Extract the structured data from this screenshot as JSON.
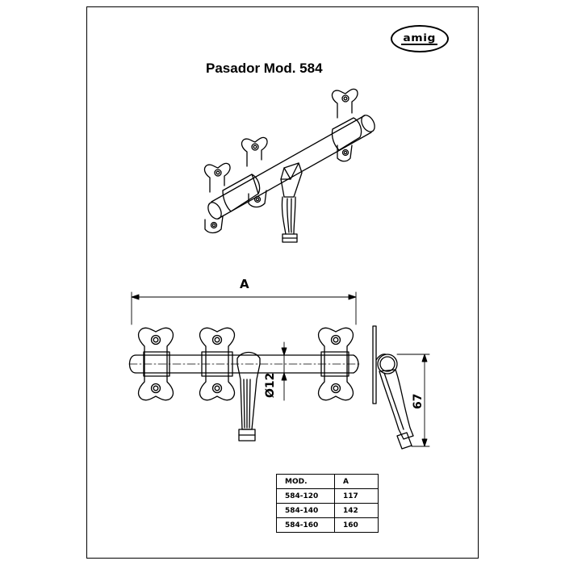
{
  "brand": {
    "logo_text": "amig"
  },
  "title": "Pasador Mod. 584",
  "dimensions": {
    "length_label": "A",
    "diameter_label": "Ø12",
    "height_label": "67"
  },
  "table": {
    "headers": [
      "MOD.",
      "A"
    ],
    "rows": [
      [
        "584-120",
        "117"
      ],
      [
        "584-140",
        "142"
      ],
      [
        "584-160",
        "160"
      ]
    ]
  }
}
